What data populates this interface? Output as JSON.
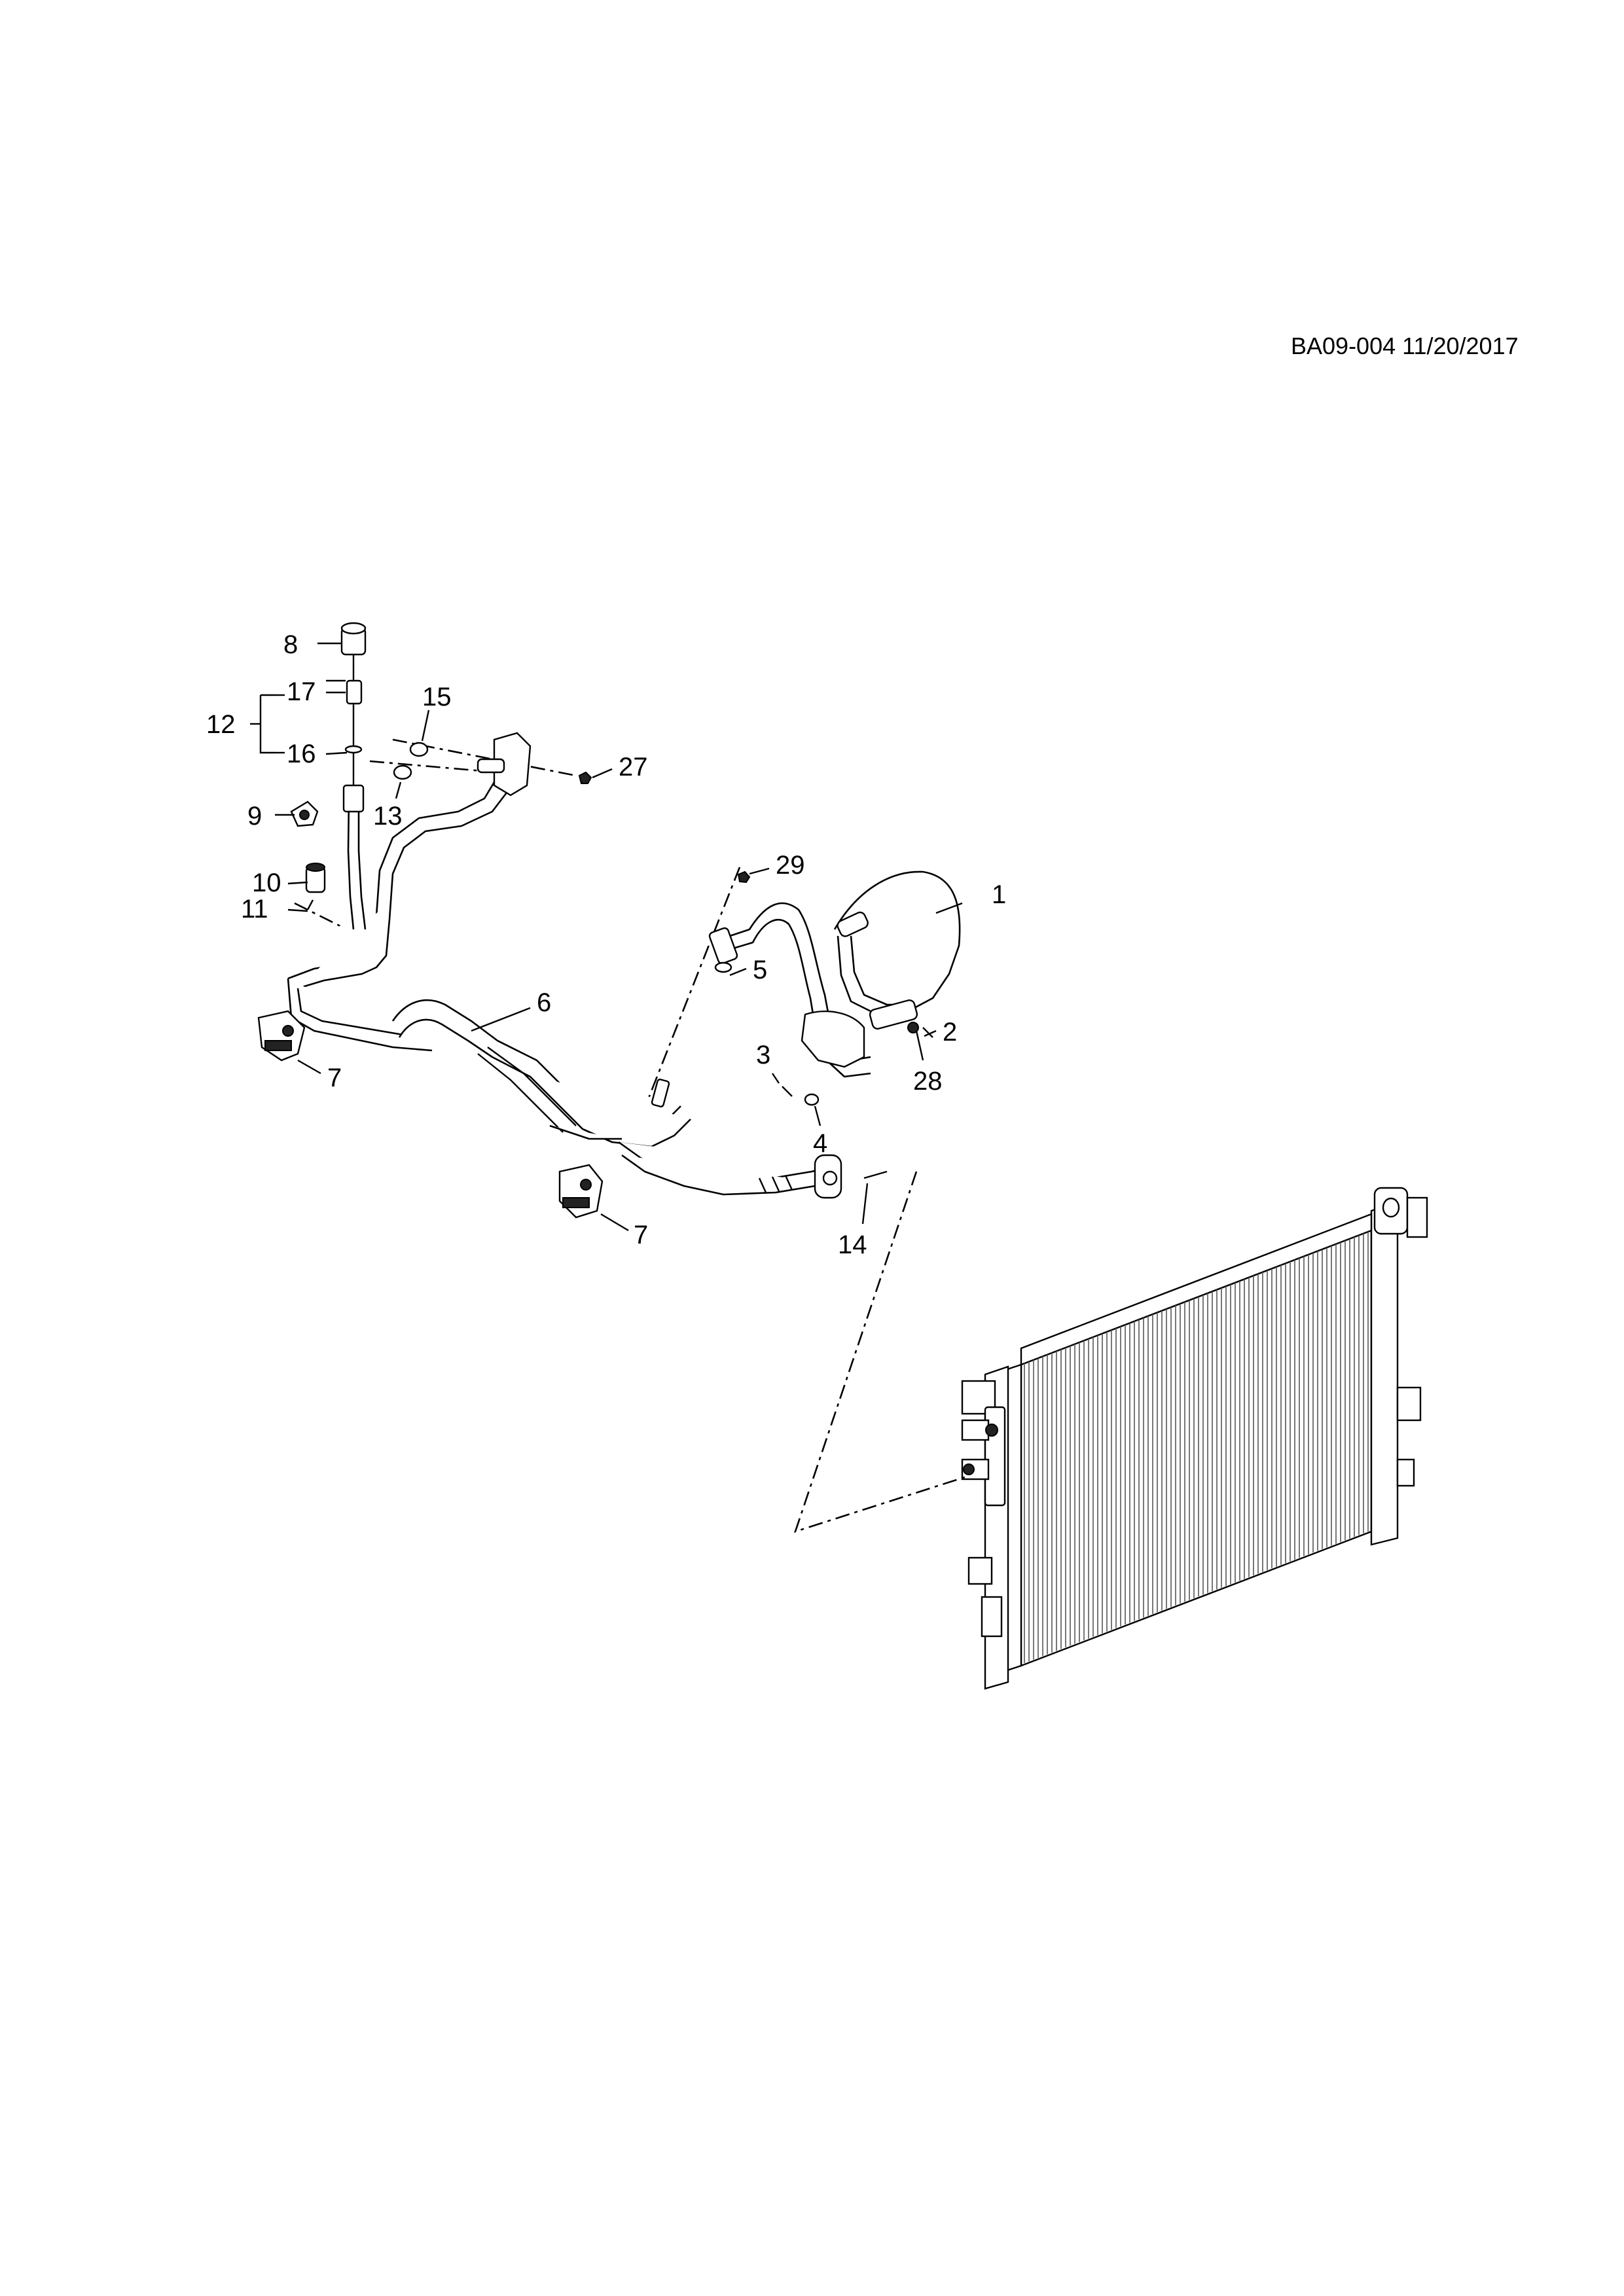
{
  "header": {
    "ref_code": "BA09-004 11/20/2017"
  },
  "callouts": [
    {
      "id": "1",
      "label": "1"
    },
    {
      "id": "2",
      "label": "2"
    },
    {
      "id": "3",
      "label": "3"
    },
    {
      "id": "4",
      "label": "4"
    },
    {
      "id": "5",
      "label": "5"
    },
    {
      "id": "6",
      "label": "6"
    },
    {
      "id": "7a",
      "label": "7"
    },
    {
      "id": "7b",
      "label": "7"
    },
    {
      "id": "8",
      "label": "8"
    },
    {
      "id": "9",
      "label": "9"
    },
    {
      "id": "10",
      "label": "10"
    },
    {
      "id": "11",
      "label": "11"
    },
    {
      "id": "12",
      "label": "12"
    },
    {
      "id": "13",
      "label": "13"
    },
    {
      "id": "14",
      "label": "14"
    },
    {
      "id": "15",
      "label": "15"
    },
    {
      "id": "16",
      "label": "16"
    },
    {
      "id": "17",
      "label": "17"
    },
    {
      "id": "27",
      "label": "27"
    },
    {
      "id": "28",
      "label": "28"
    },
    {
      "id": "29",
      "label": "29"
    }
  ]
}
